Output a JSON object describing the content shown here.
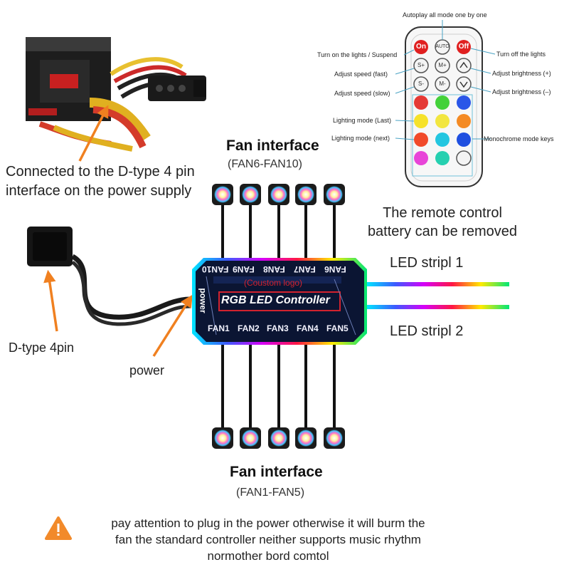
{
  "texts": {
    "psu_caption_line1": "Connected to the D-type 4 pin",
    "psu_caption_line2": "interface on the power supply",
    "fan_top_title": "Fan interface",
    "fan_top_sub": "(FAN6-FAN10)",
    "fan_bottom_title": "Fan interface",
    "fan_bottom_sub": "(FAN1-FAN5)",
    "battery_line1": "The remote control",
    "battery_line2": "battery can be removed",
    "led_strip1": "LED stripl 1",
    "led_strip2": "LED stripl 2",
    "dtype_label": "D-type 4pin",
    "power_label": "power",
    "warning_line1": "pay attention to plug in the power otherwise it will burm the",
    "warning_line2": "fan the standard controller neither supports music rhythm",
    "warning_line3": "normother bord comtol"
  },
  "controller": {
    "custom_logo": "(Coustom logo)",
    "title": "RGB LED Controller",
    "power_text": "power",
    "top_fans": [
      "FAN10",
      "FAN9",
      "FAN8",
      "FAN7",
      "FAN6"
    ],
    "bottom_fans": [
      "FAN1",
      "FAN2",
      "FAN3",
      "FAN4",
      "FAN5"
    ]
  },
  "remote": {
    "callouts": {
      "autoplay": "Autoplay all mode one by one",
      "turn_on": "Turn on the lights / Suspend",
      "turn_off": "Turn off the lights",
      "speed_fast": "Adjust speed (fast)",
      "speed_slow": "Adjust speed (slow)",
      "bright_plus": "Adjust brightness (+)",
      "bright_minus": "Adjust brightness (–)",
      "mode_last": "Lighting mode (Last)",
      "mode_next": "Lighting mode (next)",
      "mono_keys": "Monochrome mode keys"
    },
    "buttons": {
      "on": "On",
      "auto": "AUTO",
      "off": "Off",
      "s_plus": "S+",
      "m_plus": "M+",
      "s_minus": "S-",
      "m_minus": "M-"
    }
  },
  "colors": {
    "arrow_orange": "#f08020",
    "warning_orange": "#f28a2a",
    "controller_dark": "#0b1533",
    "title_red": "#d2222e"
  }
}
